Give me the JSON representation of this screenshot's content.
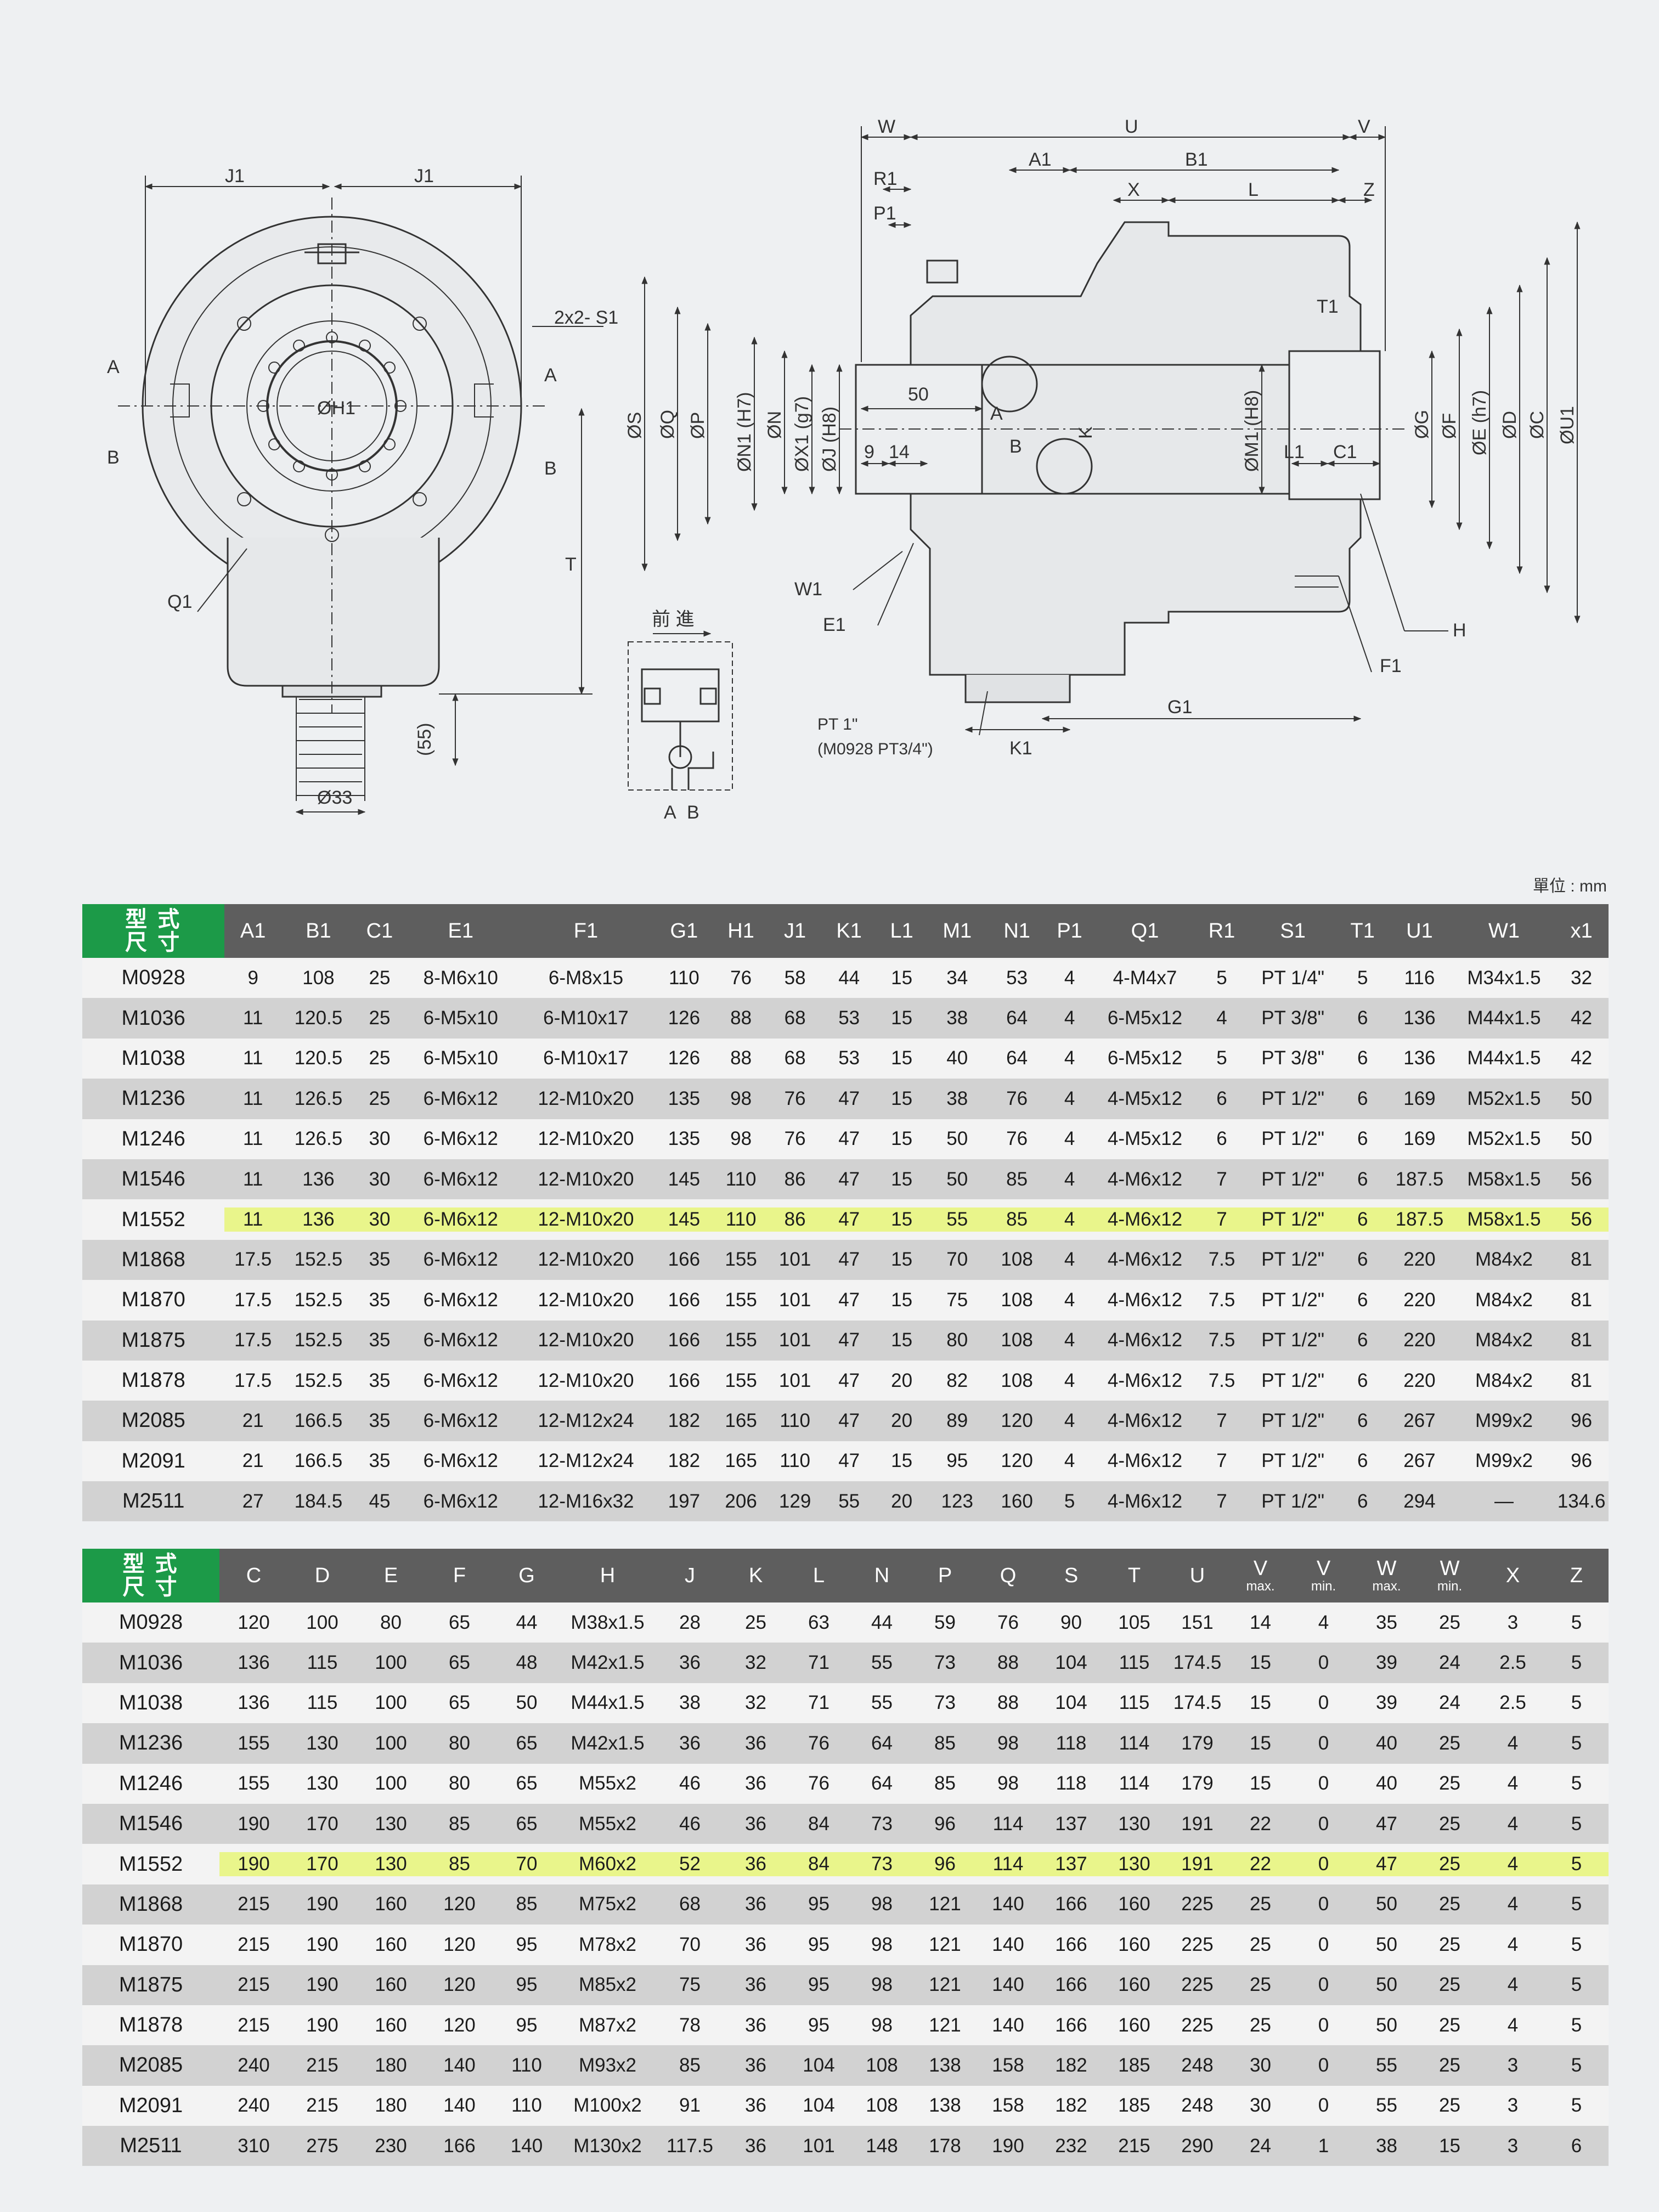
{
  "drawing": {
    "front_labels": {
      "j1_left": "J1",
      "j1_right": "J1",
      "s1": "2x2- S1",
      "a_left": "A",
      "a_right": "A",
      "b_left": "B",
      "b_right": "B",
      "h1": "ØH1",
      "q1": "Q1",
      "t": "T",
      "dim55": "(55)",
      "dia33": "Ø33"
    },
    "valve_labels": {
      "forward": "前 進",
      "a": "A",
      "b": "B"
    },
    "side_labels": {
      "w": "W",
      "u": "U",
      "v": "V",
      "a1": "A1",
      "b1": "B1",
      "r1": "R1",
      "p1": "P1",
      "x": "X",
      "l": "L",
      "z": "Z",
      "t1": "T1",
      "s": "ØS",
      "q": "ØQ",
      "p": "ØP",
      "n1": "ØN1 (H7)",
      "n": "ØN",
      "x1": "ØX1 (g7)",
      "j": "ØJ (H8)",
      "dim50": "50",
      "dim9": "9",
      "dim14": "14",
      "a": "A",
      "b": "B",
      "k": "K",
      "m1": "ØM1 (H8)",
      "l1": "L1",
      "c1": "C1",
      "g": "ØG",
      "f": "ØF",
      "e": "ØE (h7)",
      "d": "ØD",
      "c": "ØC",
      "u1": "ØU1",
      "w1": "W1",
      "e1": "E1",
      "h": "H",
      "f1": "F1",
      "g1": "G1",
      "k1": "K1",
      "pt": "PT 1\"",
      "pt_note": "(M0928 PT3/4\")"
    }
  },
  "unit_label": "單位 : mm",
  "table1": {
    "corner": [
      "型 式",
      "尺 寸"
    ],
    "headers": [
      "A1",
      "B1",
      "C1",
      "E1",
      "F1",
      "G1",
      "H1",
      "J1",
      "K1",
      "L1",
      "M1",
      "N1",
      "P1",
      "Q1",
      "R1",
      "S1",
      "T1",
      "U1",
      "W1",
      "x1"
    ],
    "highlight_row": 6,
    "rows": [
      [
        "M0928",
        "9",
        "108",
        "25",
        "8-M6x10",
        "6-M8x15",
        "110",
        "76",
        "58",
        "44",
        "15",
        "34",
        "53",
        "4",
        "4-M4x7",
        "5",
        "PT 1/4\"",
        "5",
        "116",
        "M34x1.5",
        "32"
      ],
      [
        "M1036",
        "11",
        "120.5",
        "25",
        "6-M5x10",
        "6-M10x17",
        "126",
        "88",
        "68",
        "53",
        "15",
        "38",
        "64",
        "4",
        "6-M5x12",
        "4",
        "PT 3/8\"",
        "6",
        "136",
        "M44x1.5",
        "42"
      ],
      [
        "M1038",
        "11",
        "120.5",
        "25",
        "6-M5x10",
        "6-M10x17",
        "126",
        "88",
        "68",
        "53",
        "15",
        "40",
        "64",
        "4",
        "6-M5x12",
        "5",
        "PT 3/8\"",
        "6",
        "136",
        "M44x1.5",
        "42"
      ],
      [
        "M1236",
        "11",
        "126.5",
        "25",
        "6-M6x12",
        "12-M10x20",
        "135",
        "98",
        "76",
        "47",
        "15",
        "38",
        "76",
        "4",
        "4-M5x12",
        "6",
        "PT 1/2\"",
        "6",
        "169",
        "M52x1.5",
        "50"
      ],
      [
        "M1246",
        "11",
        "126.5",
        "30",
        "6-M6x12",
        "12-M10x20",
        "135",
        "98",
        "76",
        "47",
        "15",
        "50",
        "76",
        "4",
        "4-M5x12",
        "6",
        "PT 1/2\"",
        "6",
        "169",
        "M52x1.5",
        "50"
      ],
      [
        "M1546",
        "11",
        "136",
        "30",
        "6-M6x12",
        "12-M10x20",
        "145",
        "110",
        "86",
        "47",
        "15",
        "50",
        "85",
        "4",
        "4-M6x12",
        "7",
        "PT 1/2\"",
        "6",
        "187.5",
        "M58x1.5",
        "56"
      ],
      [
        "M1552",
        "11",
        "136",
        "30",
        "6-M6x12",
        "12-M10x20",
        "145",
        "110",
        "86",
        "47",
        "15",
        "55",
        "85",
        "4",
        "4-M6x12",
        "7",
        "PT 1/2\"",
        "6",
        "187.5",
        "M58x1.5",
        "56"
      ],
      [
        "M1868",
        "17.5",
        "152.5",
        "35",
        "6-M6x12",
        "12-M10x20",
        "166",
        "155",
        "101",
        "47",
        "15",
        "70",
        "108",
        "4",
        "4-M6x12",
        "7.5",
        "PT 1/2\"",
        "6",
        "220",
        "M84x2",
        "81"
      ],
      [
        "M1870",
        "17.5",
        "152.5",
        "35",
        "6-M6x12",
        "12-M10x20",
        "166",
        "155",
        "101",
        "47",
        "15",
        "75",
        "108",
        "4",
        "4-M6x12",
        "7.5",
        "PT 1/2\"",
        "6",
        "220",
        "M84x2",
        "81"
      ],
      [
        "M1875",
        "17.5",
        "152.5",
        "35",
        "6-M6x12",
        "12-M10x20",
        "166",
        "155",
        "101",
        "47",
        "15",
        "80",
        "108",
        "4",
        "4-M6x12",
        "7.5",
        "PT 1/2\"",
        "6",
        "220",
        "M84x2",
        "81"
      ],
      [
        "M1878",
        "17.5",
        "152.5",
        "35",
        "6-M6x12",
        "12-M10x20",
        "166",
        "155",
        "101",
        "47",
        "20",
        "82",
        "108",
        "4",
        "4-M6x12",
        "7.5",
        "PT 1/2\"",
        "6",
        "220",
        "M84x2",
        "81"
      ],
      [
        "M2085",
        "21",
        "166.5",
        "35",
        "6-M6x12",
        "12-M12x24",
        "182",
        "165",
        "110",
        "47",
        "20",
        "89",
        "120",
        "4",
        "4-M6x12",
        "7",
        "PT 1/2\"",
        "6",
        "267",
        "M99x2",
        "96"
      ],
      [
        "M2091",
        "21",
        "166.5",
        "35",
        "6-M6x12",
        "12-M12x24",
        "182",
        "165",
        "110",
        "47",
        "15",
        "95",
        "120",
        "4",
        "4-M6x12",
        "7",
        "PT 1/2\"",
        "6",
        "267",
        "M99x2",
        "96"
      ],
      [
        "M2511",
        "27",
        "184.5",
        "45",
        "6-M6x12",
        "12-M16x32",
        "197",
        "206",
        "129",
        "55",
        "20",
        "123",
        "160",
        "5",
        "4-M6x12",
        "7",
        "PT 1/2\"",
        "6",
        "294",
        "—",
        "134.6"
      ]
    ]
  },
  "table2": {
    "corner": [
      "型 式",
      "尺 寸"
    ],
    "headers": [
      {
        "label": "C",
        "sub": ""
      },
      {
        "label": "D",
        "sub": ""
      },
      {
        "label": "E",
        "sub": ""
      },
      {
        "label": "F",
        "sub": ""
      },
      {
        "label": "G",
        "sub": ""
      },
      {
        "label": "H",
        "sub": ""
      },
      {
        "label": "J",
        "sub": ""
      },
      {
        "label": "K",
        "sub": ""
      },
      {
        "label": "L",
        "sub": ""
      },
      {
        "label": "N",
        "sub": ""
      },
      {
        "label": "P",
        "sub": ""
      },
      {
        "label": "Q",
        "sub": ""
      },
      {
        "label": "S",
        "sub": ""
      },
      {
        "label": "T",
        "sub": ""
      },
      {
        "label": "U",
        "sub": ""
      },
      {
        "label": "V",
        "sub": "max."
      },
      {
        "label": "V",
        "sub": "min."
      },
      {
        "label": "W",
        "sub": "max."
      },
      {
        "label": "W",
        "sub": "min."
      },
      {
        "label": "X",
        "sub": ""
      },
      {
        "label": "Z",
        "sub": ""
      }
    ],
    "highlight_row": 6,
    "rows": [
      [
        "M0928",
        "120",
        "100",
        "80",
        "65",
        "44",
        "M38x1.5",
        "28",
        "25",
        "63",
        "44",
        "59",
        "76",
        "90",
        "105",
        "151",
        "14",
        "4",
        "35",
        "25",
        "3",
        "5"
      ],
      [
        "M1036",
        "136",
        "115",
        "100",
        "65",
        "48",
        "M42x1.5",
        "36",
        "32",
        "71",
        "55",
        "73",
        "88",
        "104",
        "115",
        "174.5",
        "15",
        "0",
        "39",
        "24",
        "2.5",
        "5"
      ],
      [
        "M1038",
        "136",
        "115",
        "100",
        "65",
        "50",
        "M44x1.5",
        "38",
        "32",
        "71",
        "55",
        "73",
        "88",
        "104",
        "115",
        "174.5",
        "15",
        "0",
        "39",
        "24",
        "2.5",
        "5"
      ],
      [
        "M1236",
        "155",
        "130",
        "100",
        "80",
        "65",
        "M42x1.5",
        "36",
        "36",
        "76",
        "64",
        "85",
        "98",
        "118",
        "114",
        "179",
        "15",
        "0",
        "40",
        "25",
        "4",
        "5"
      ],
      [
        "M1246",
        "155",
        "130",
        "100",
        "80",
        "65",
        "M55x2",
        "46",
        "36",
        "76",
        "64",
        "85",
        "98",
        "118",
        "114",
        "179",
        "15",
        "0",
        "40",
        "25",
        "4",
        "5"
      ],
      [
        "M1546",
        "190",
        "170",
        "130",
        "85",
        "65",
        "M55x2",
        "46",
        "36",
        "84",
        "73",
        "96",
        "114",
        "137",
        "130",
        "191",
        "22",
        "0",
        "47",
        "25",
        "4",
        "5"
      ],
      [
        "M1552",
        "190",
        "170",
        "130",
        "85",
        "70",
        "M60x2",
        "52",
        "36",
        "84",
        "73",
        "96",
        "114",
        "137",
        "130",
        "191",
        "22",
        "0",
        "47",
        "25",
        "4",
        "5"
      ],
      [
        "M1868",
        "215",
        "190",
        "160",
        "120",
        "85",
        "M75x2",
        "68",
        "36",
        "95",
        "98",
        "121",
        "140",
        "166",
        "160",
        "225",
        "25",
        "0",
        "50",
        "25",
        "4",
        "5"
      ],
      [
        "M1870",
        "215",
        "190",
        "160",
        "120",
        "95",
        "M78x2",
        "70",
        "36",
        "95",
        "98",
        "121",
        "140",
        "166",
        "160",
        "225",
        "25",
        "0",
        "50",
        "25",
        "4",
        "5"
      ],
      [
        "M1875",
        "215",
        "190",
        "160",
        "120",
        "95",
        "M85x2",
        "75",
        "36",
        "95",
        "98",
        "121",
        "140",
        "166",
        "160",
        "225",
        "25",
        "0",
        "50",
        "25",
        "4",
        "5"
      ],
      [
        "M1878",
        "215",
        "190",
        "160",
        "120",
        "95",
        "M87x2",
        "78",
        "36",
        "95",
        "98",
        "121",
        "140",
        "166",
        "160",
        "225",
        "25",
        "0",
        "50",
        "25",
        "4",
        "5"
      ],
      [
        "M2085",
        "240",
        "215",
        "180",
        "140",
        "110",
        "M93x2",
        "85",
        "36",
        "104",
        "108",
        "138",
        "158",
        "182",
        "185",
        "248",
        "30",
        "0",
        "55",
        "25",
        "3",
        "5"
      ],
      [
        "M2091",
        "240",
        "215",
        "180",
        "140",
        "110",
        "M100x2",
        "91",
        "36",
        "104",
        "108",
        "138",
        "158",
        "182",
        "185",
        "248",
        "30",
        "0",
        "55",
        "25",
        "3",
        "5"
      ],
      [
        "M2511",
        "310",
        "275",
        "230",
        "166",
        "140",
        "M130x2",
        "117.5",
        "36",
        "101",
        "148",
        "178",
        "190",
        "232",
        "215",
        "290",
        "24",
        "1",
        "38",
        "15",
        "3",
        "6"
      ]
    ]
  }
}
